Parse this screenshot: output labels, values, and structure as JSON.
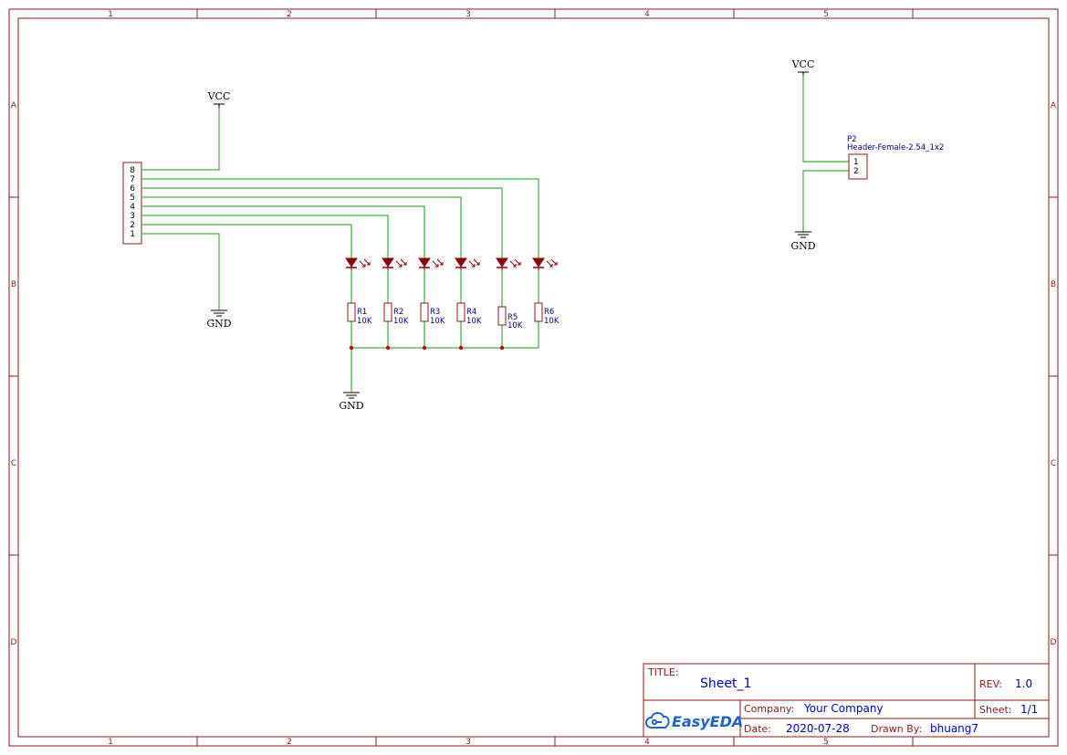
{
  "frame": {
    "columns": [
      "1",
      "2",
      "3",
      "4",
      "5"
    ],
    "rows": [
      "A",
      "B",
      "C",
      "D"
    ]
  },
  "power": {
    "vcc_label": "VCC",
    "gnd_label": "GND"
  },
  "connector_p1": {
    "pins": [
      "8",
      "7",
      "6",
      "5",
      "4",
      "3",
      "2",
      "1"
    ]
  },
  "connector_p2": {
    "designator": "P2",
    "part": "Header-Female-2.54_1x2",
    "pins": [
      "1",
      "2"
    ]
  },
  "resistors": [
    {
      "designator": "R1",
      "value": "10K"
    },
    {
      "designator": "R2",
      "value": "10K"
    },
    {
      "designator": "R3",
      "value": "10K"
    },
    {
      "designator": "R4",
      "value": "10K"
    },
    {
      "designator": "R5",
      "value": "10K"
    },
    {
      "designator": "R6",
      "value": "10K"
    }
  ],
  "title_block": {
    "title_label": "TITLE:",
    "title": "Sheet_1",
    "rev_label": "REV:",
    "rev": "1.0",
    "company_label": "Company:",
    "company": "Your Company",
    "sheet_label": "Sheet:",
    "sheet": "1/1",
    "date_label": "Date:",
    "date": "2020-07-28",
    "drawn_label": "Drawn By:",
    "drawn_by": "bhuang7",
    "logo": "EasyEDA"
  },
  "colors": {
    "border": "#8b1a1a",
    "wire": "#169e16",
    "component": "#8b1a1a",
    "led": "#8b0000",
    "junction": "#cc0000",
    "label": "#000080",
    "value": "#0000cc"
  }
}
